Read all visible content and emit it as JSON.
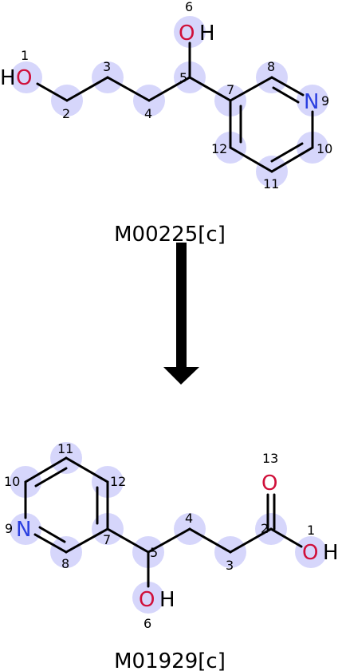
{
  "colors": {
    "highlight": "#d6d6fb",
    "bond": "#000000",
    "oxygen": "#d0103a",
    "nitrogen": "#2b3fe0",
    "arrow": "#000000"
  },
  "reactant": {
    "name": "M00225[c]",
    "atom_numbers": [
      "1",
      "2",
      "3",
      "4",
      "5",
      "6",
      "7",
      "8",
      "9",
      "10",
      "11",
      "12"
    ],
    "atoms": {
      "o1_h": "H",
      "o1": "O",
      "o6": "O",
      "o6_h": "H",
      "n9": "N"
    }
  },
  "product": {
    "name": "M01929[c]",
    "atom_numbers": [
      "1",
      "2",
      "3",
      "4",
      "5",
      "6",
      "7",
      "8",
      "9",
      "10",
      "11",
      "12",
      "13"
    ],
    "atoms": {
      "o1": "O",
      "o1_h": "H",
      "o13": "O",
      "o6": "O",
      "o6_h": "H",
      "n9": "N"
    }
  },
  "arrow": {
    "direction": "down",
    "icon": "down-arrow-icon"
  }
}
